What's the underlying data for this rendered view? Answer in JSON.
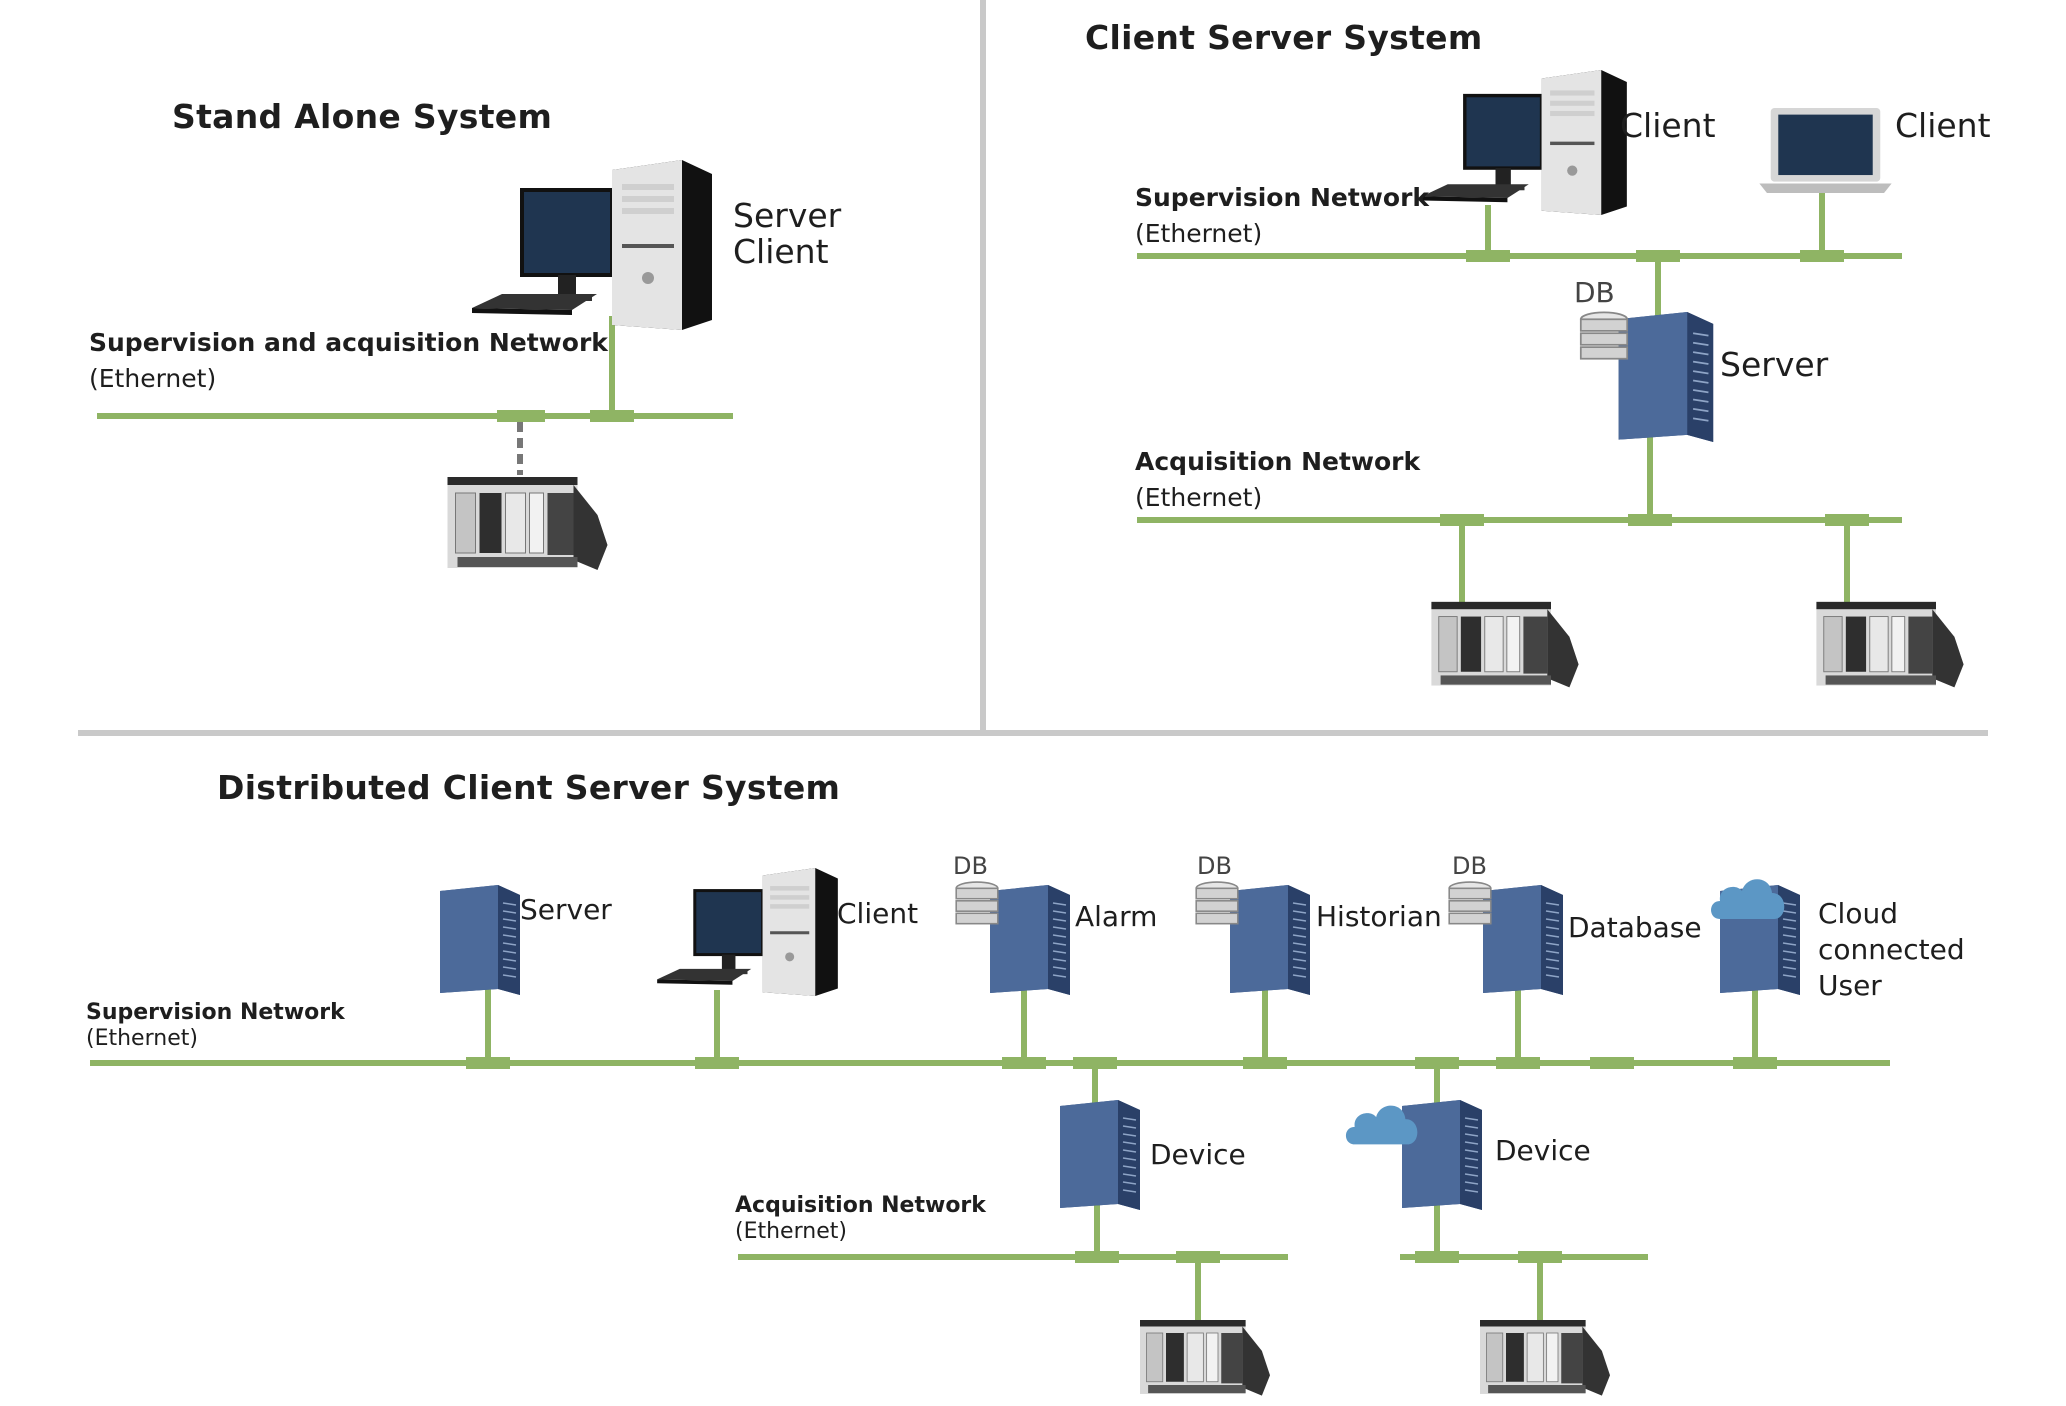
{
  "colors": {
    "network_line": "#8fb464",
    "divider": "#c9c9c9",
    "server_blue": "#3d5987",
    "monitor": "#1f3550"
  },
  "standalone": {
    "title": "Stand Alone System",
    "network_name": "Supervision and acquisition Network",
    "network_type": "(Ethernet)",
    "pc_label_line1": "Server",
    "pc_label_line2": "Client"
  },
  "client_server": {
    "title": "Client Server System",
    "client_label": "Client",
    "laptop_label": "Client",
    "supervision_network_name": "Supervision Network",
    "supervision_network_type": "(Ethernet)",
    "db_label": "DB",
    "server_label": "Server",
    "acquisition_network_name": "Acquisition Network",
    "acquisition_network_type": "(Ethernet)"
  },
  "distributed": {
    "title": "Distributed Client Server System",
    "supervision_network_name": "Supervision Network",
    "supervision_network_type": "(Ethernet)",
    "server_label": "Server",
    "client_label": "Client",
    "alarm_label": "Alarm",
    "historian_label": "Historian",
    "database_label": "Database",
    "cloud_label_line1": "Cloud",
    "cloud_label_line2": "connected",
    "cloud_label_line3": "User",
    "db_label": "DB",
    "device_label_1": "Device",
    "device_label_2": "Device",
    "acquisition_network_name": "Acquisition Network",
    "acquisition_network_type": "(Ethernet)"
  }
}
